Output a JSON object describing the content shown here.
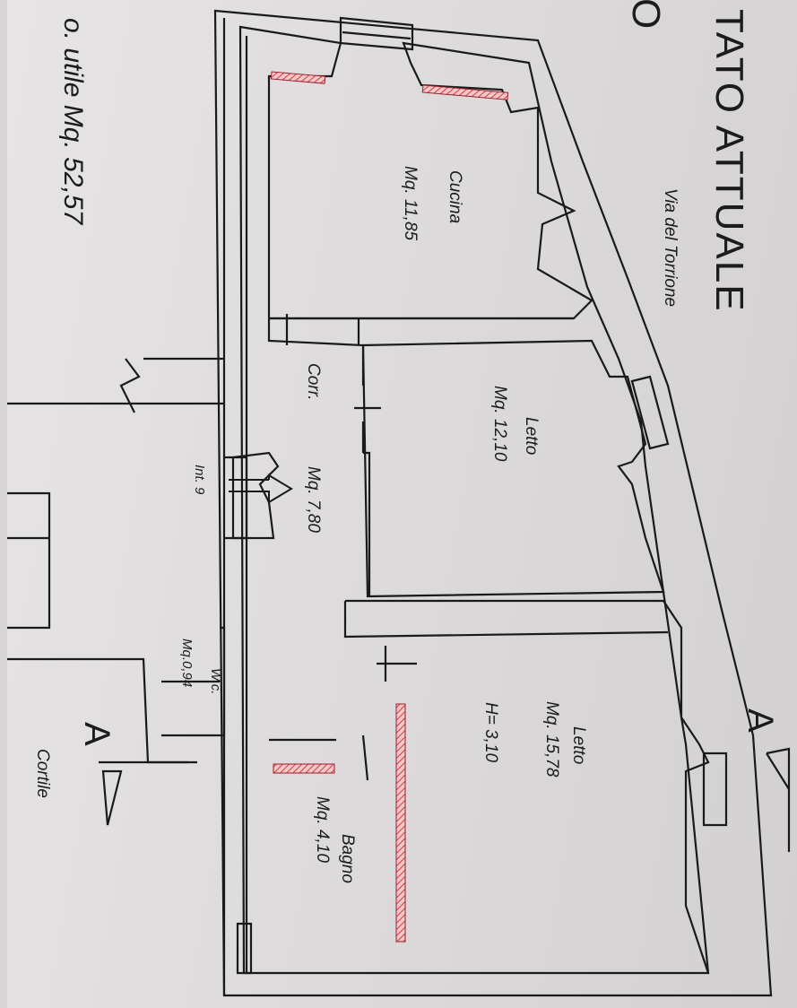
{
  "title_line": "TATO ATTUALE",
  "title_fragment": "O",
  "surface_line": "o. utile Mq. 52,57",
  "street": "Via del Torrione",
  "rooms": {
    "cucina": {
      "name": "Cucina",
      "area": "Mq. 11,85"
    },
    "letto1": {
      "name": "Letto",
      "area": "Mq. 12,10"
    },
    "corr": {
      "name": "Corr.",
      "area": "Mq. 7,80"
    },
    "letto2": {
      "name": "Letto",
      "area": "Mq. 15,78",
      "height": "H= 3,10"
    },
    "bagno": {
      "name": "Bagno",
      "area": "Mq. 4,10"
    },
    "wc": {
      "name": "W.c.",
      "area": "Mq.0,94"
    }
  },
  "int": "Int. 9",
  "cortile": "Cortile",
  "section_label": "A",
  "colors": {
    "wall": "#1a1a1a",
    "new_wall": "#d9414c",
    "paper": "#e3e1e2"
  }
}
